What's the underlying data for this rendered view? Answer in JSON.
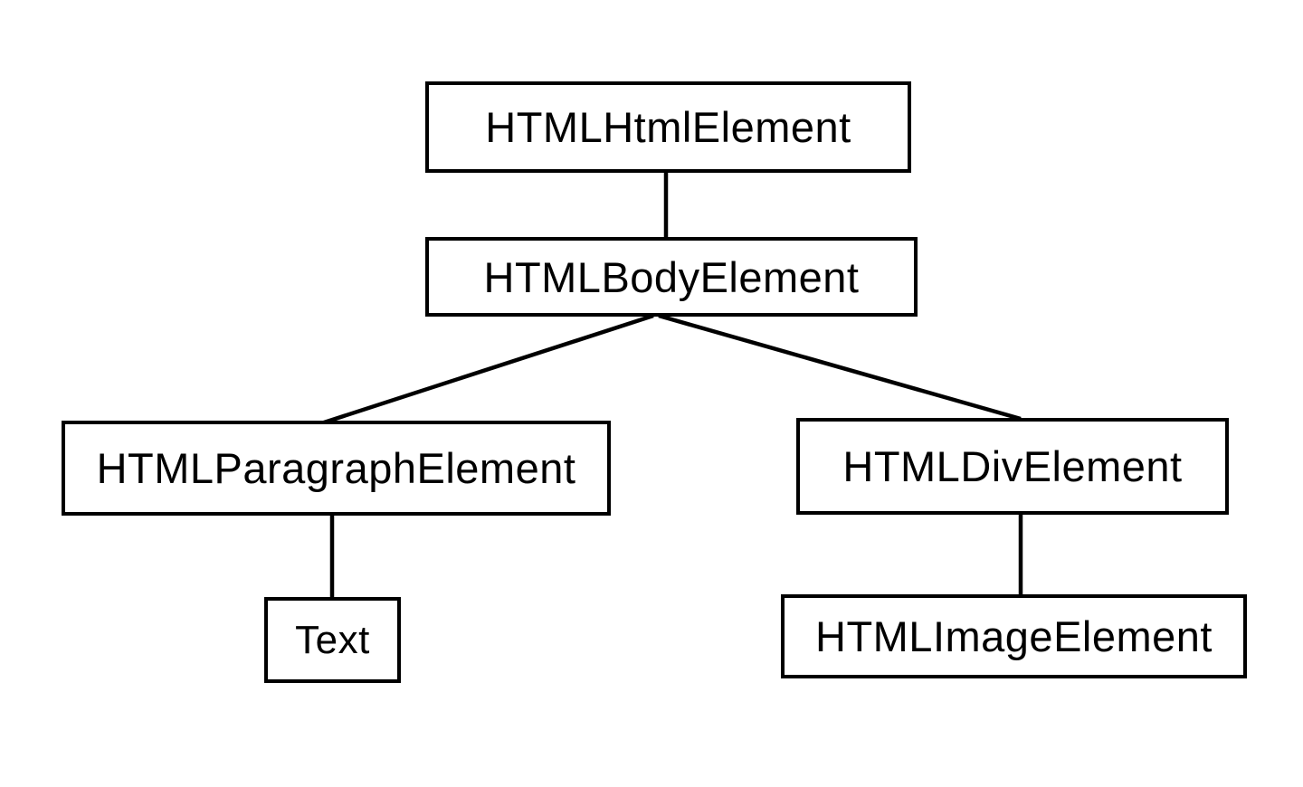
{
  "diagram": {
    "type": "tree",
    "description": "DOM object hierarchy diagram",
    "nodes": {
      "html": {
        "label": "HTMLHtmlElement"
      },
      "body": {
        "label": "HTMLBodyElement"
      },
      "paragraph": {
        "label": "HTMLParagraphElement"
      },
      "div": {
        "label": "HTMLDivElement"
      },
      "text": {
        "label": "Text"
      },
      "image": {
        "label": "HTMLImageElement"
      }
    },
    "edges": [
      {
        "from": "HTMLHtmlElement",
        "to": "HTMLBodyElement"
      },
      {
        "from": "HTMLBodyElement",
        "to": "HTMLParagraphElement"
      },
      {
        "from": "HTMLBodyElement",
        "to": "HTMLDivElement"
      },
      {
        "from": "HTMLParagraphElement",
        "to": "Text"
      },
      {
        "from": "HTMLDivElement",
        "to": "HTMLImageElement"
      }
    ],
    "colors": {
      "background": "#ffffff",
      "box_fill": "#ffffff",
      "box_border": "#000000",
      "line": "#000000",
      "text": "#000000"
    }
  }
}
